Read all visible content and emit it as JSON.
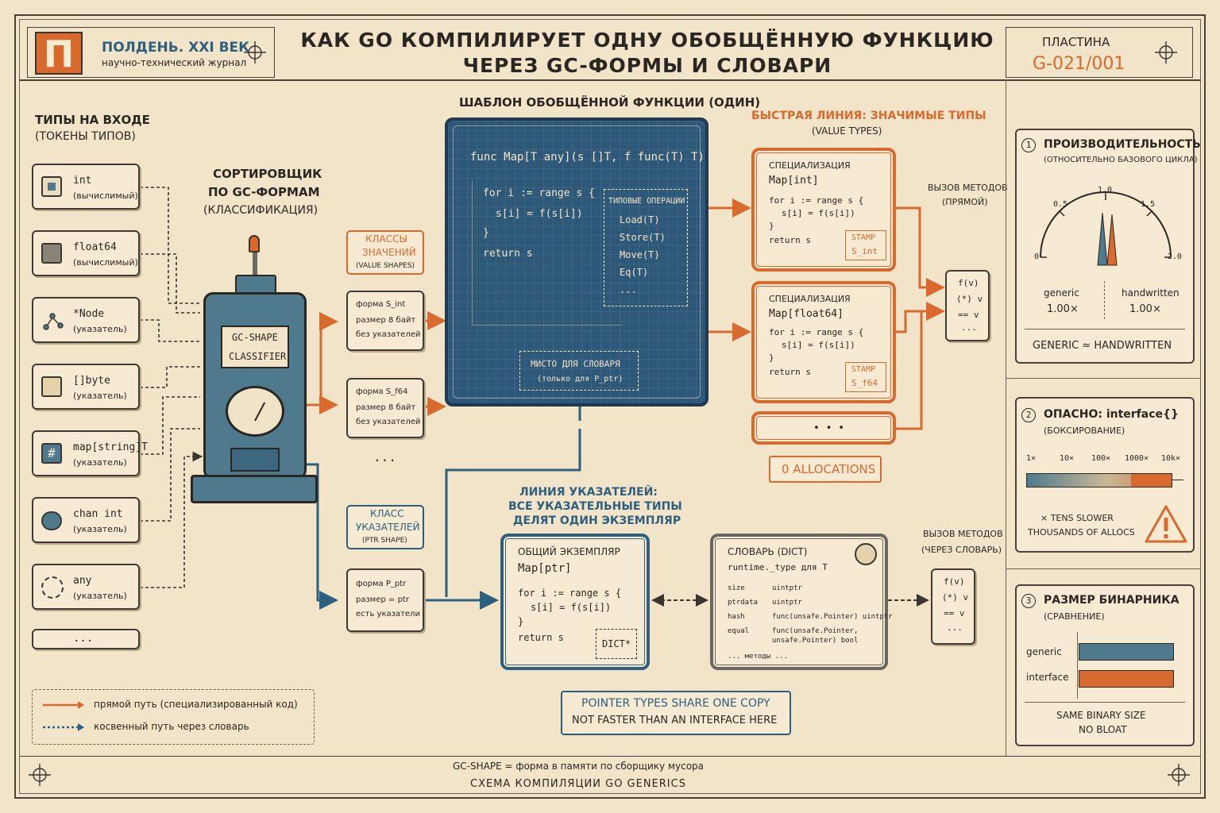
{
  "header": {
    "logo_letter": "П",
    "journal_name": "ПОЛДЕНЬ. XXI ВЕК",
    "journal_subtitle": "научно-технический журнал",
    "title_line1": "КАК GO КОМПИЛИРУЕТ ОДНУ ОБОБЩЁННУЮ ФУНКЦИЮ",
    "title_line2": "ЧЕРЕЗ GC-ФОРМЫ И СЛОВАРИ",
    "plate_label": "ПЛАСТИНА",
    "plate_number": "G-021/001"
  },
  "inputs": {
    "title_line1": "ТИПЫ НА ВХОДЕ",
    "title_line2": "(ТОКЕНЫ ТИПОВ)",
    "items": [
      {
        "name": "int",
        "kind": "(вычислимый)",
        "icon": "chip-icon"
      },
      {
        "name": "float64",
        "kind": "(вычислимый)",
        "icon": "cube-icon"
      },
      {
        "name": "*Node",
        "kind": "(указатель)",
        "icon": "graph-icon"
      },
      {
        "name": "[]byte",
        "kind": "(указатель)",
        "icon": "slice-icon"
      },
      {
        "name": "map[string]T",
        "kind": "(указатель)",
        "icon": "hash-icon"
      },
      {
        "name": "chan int",
        "kind": "(указатель)",
        "icon": "channel-icon"
      },
      {
        "name": "any",
        "kind": "(указатель)",
        "icon": "dashed-circle-icon"
      }
    ],
    "more": "..."
  },
  "sorter": {
    "title_line1": "СОРТИРОВЩИК",
    "title_line2": "ПО GC-ФОРМАМ",
    "title_line3": "(КЛАССИФИКАЦИЯ)",
    "machine_label_line1": "GC-SHAPE",
    "machine_label_line2": "CLASSIFIER"
  },
  "value_classes": {
    "title_line1": "КЛАССЫ",
    "title_line2": "ЗНАЧЕНИЙ",
    "title_line3": "(VALUE SHAPES)",
    "shapes": [
      {
        "line1": "форма S_int",
        "line2": "размер 8 байт",
        "line3": "без указателей"
      },
      {
        "line1": "форма S_f64",
        "line2": "размер 8 байт",
        "line3": "без указателей"
      }
    ],
    "more": "..."
  },
  "ptr_class": {
    "title_line1": "КЛАСС",
    "title_line2": "УКАЗАТЕЛЕЙ",
    "title_line3": "(PTR SHAPE)",
    "line1": "форма P_ptr",
    "line2": "размер = ptr",
    "line3": "есть указатели"
  },
  "template": {
    "title": "ШАБЛОН ОБОБЩЁННОЙ ФУНКЦИИ (ОДИН)",
    "signature": "func Map[T any](s []T, f func(T) T) []T",
    "code": [
      "for i := range s {",
      "s[i] = f(s[i])",
      "}",
      "return s"
    ],
    "ops_title": "ТИПОВЫЕ ОПЕРАЦИИ",
    "ops": [
      "Load(T)",
      "Store(T)",
      "Move(T)",
      "Eq(T)",
      "..."
    ],
    "dict_slot_line1": "МИСТО ДЛЯ СЛОВАРЯ",
    "dict_slot_line2": "(только для P_ptr)"
  },
  "fast_lane": {
    "title": "БЫСТРАЯ ЛИНИЯ: ЗНАЧИМЫЕ ТИПЫ",
    "subtitle": "(VALUE TYPES)",
    "specs": [
      {
        "label": "СПЕЦИАЛИЗАЦИЯ",
        "name": "Map[int]",
        "code": [
          "for i := range s  {",
          "s[i] = f(s[i])",
          "}",
          "return s"
        ],
        "stamp1": "STAMP",
        "stamp2": "S_int"
      },
      {
        "label": "СПЕЦИАЛИЗАЦИЯ",
        "name": "Map[float64]",
        "code": [
          "for i := range s  {",
          "s[i] = f(s[i])",
          "}",
          "return s"
        ],
        "stamp1": "STAMP",
        "stamp2": "S_f64"
      }
    ],
    "more": "• • •",
    "allocations": "0 ALLOCATIONS",
    "call_label_line1": "ВЫЗОВ МЕТОДОВ",
    "call_label_line2": "(ПРЯМОЙ)",
    "call_ops": [
      "f(v)",
      "(*) v",
      "== v",
      "..."
    ]
  },
  "ptr_lane": {
    "title_line1": "ЛИНИЯ УКАЗАТЕЛЕЙ:",
    "title_line2": "ВСЕ УКАЗАТЕЛЬНЫЕ ТИПЫ",
    "title_line3": "ДЕЛЯТ ОДИН ЭКЗЕМПЛЯР",
    "shared_label": "ОБЩИЙ ЭКЗЕМПЛЯР",
    "shared_name": "Map[ptr]",
    "code": [
      "for i := range s  {",
      "s[i] = f(s[i])",
      "}",
      "return s"
    ],
    "dict_tag": "DICT*",
    "note_line1": "POINTER TYPES SHARE ONE COPY",
    "note_line2": "NOT FASTER THAN AN INTERFACE HERE"
  },
  "dictionary": {
    "title": "СЛОВАРЬ (DICT)",
    "subtitle": "runtime._type для T",
    "rows": [
      {
        "k": "size",
        "v": "uintptr"
      },
      {
        "k": "ptrdata",
        "v": "uintptr"
      },
      {
        "k": "hash",
        "v": "func(unsafe.Pointer) uintptr"
      },
      {
        "k": "equal",
        "v": "func(unsafe.Pointer,"
      },
      {
        "k": "",
        "v": "unsafe.Pointer) bool"
      }
    ],
    "more": "... методы ...",
    "call_label_line1": "ВЫЗОВ МЕТОДОВ",
    "call_label_line2": "(ЧЕРЕЗ СЛОВАРЬ)",
    "call_ops": [
      "f(v)",
      "(*) v",
      "== v",
      "..."
    ]
  },
  "legend": {
    "direct": "прямой путь (специализированный код)",
    "indirect": "косвенный путь через словарь"
  },
  "perf": {
    "num": "1",
    "title": "ПРОИЗВОДИТЕЛЬНОСТЬ",
    "subtitle": "(ОТНОСИТЕЛЬНО БАЗОВОГО ЦИКЛА)",
    "ticks": [
      "0",
      "0.5",
      "1.0",
      "1.5",
      "2.0"
    ],
    "generic_label": "generic",
    "generic_value": "1.00×",
    "handwritten_label": "handwritten",
    "handwritten_value": "1.00×",
    "footer": "GENERIC ≈ HANDWRITTEN"
  },
  "danger": {
    "num": "2",
    "title": "ОПАСНО: interface{}",
    "subtitle": "(БОКСИРОВАНИЕ)",
    "scale": [
      "1×",
      "10×",
      "100×",
      "1000×",
      "10k×"
    ],
    "note_line1": "× TENS SLOWER",
    "note_line2": "THOUSANDS OF ALLOCS"
  },
  "binsize": {
    "num": "3",
    "title": "РАЗМЕР БИНАРНИКА",
    "subtitle": "(СРАВНЕНИЕ)",
    "bars": [
      {
        "label": "generic",
        "color": "#4f7a8e"
      },
      {
        "label": "interface",
        "color": "#d86a2e"
      }
    ],
    "footer_line1": "SAME BINARY SIZE",
    "footer_line2": "NO BLOAT"
  },
  "footer": {
    "definition": "GC-SHAPE = форма в памяти по сборщику мусора",
    "caption": "СХЕМА КОМПИЛЯЦИИ GO GENERICS"
  },
  "colors": {
    "orange": "#d86a2e",
    "blue": "#2f5f7f",
    "paper": "#f2e4c9",
    "blueprint": "#2d5878"
  }
}
